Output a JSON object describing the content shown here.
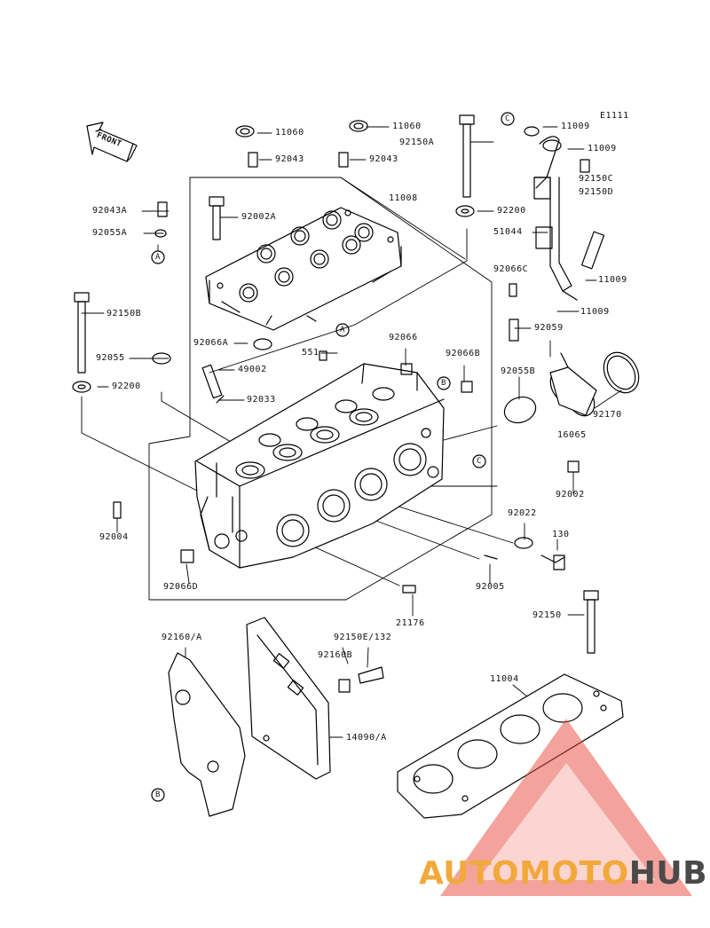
{
  "diagram": {
    "code": "E1111",
    "front_label": "FRONT",
    "markers": {
      "a": "A",
      "b": "B",
      "c": "C"
    }
  },
  "labels": {
    "p11060_1": "11060",
    "p11060_2": "11060",
    "p92043_1": "92043",
    "p92043_2": "92043",
    "p92150A": "92150A",
    "p11009_1": "11009",
    "p11009_2": "11009",
    "p92043A": "92043A",
    "p92002A": "92002A",
    "p11008": "11008",
    "p92150C": "92150C",
    "p92150D": "92150D",
    "p92055A": "92055A",
    "p92200_1": "92200",
    "p51044": "51044",
    "p92066C": "92066C",
    "p11009_3": "11009",
    "p11009_4": "11009",
    "p92150B": "92150B",
    "p92059": "92059",
    "p92066A": "92066A",
    "p92066": "92066",
    "p551": "551",
    "p92055": "92055",
    "p92066B": "92066B",
    "p49002": "49002",
    "p92055B": "92055B",
    "p92200_2": "92200",
    "p92170": "92170",
    "p92033": "92033",
    "p16065": "16065",
    "p92002": "92002",
    "p92004": "92004",
    "p92022": "92022",
    "p130": "130",
    "p92066D": "92066D",
    "p92005": "92005",
    "p21176": "21176",
    "p92150": "92150",
    "p92160A": "92160/A",
    "p92150E": "92150E/132",
    "p92160B": "92160B",
    "p11004": "11004",
    "p14090A": "14090/A"
  },
  "watermark": {
    "part1": "AUTOMOTO",
    "part2": "HUB"
  },
  "colors": {
    "line": "#000000",
    "watermark_red": "#e8483a",
    "watermark_orange": "#f2a93b",
    "watermark_gray": "#4a4a4a"
  }
}
